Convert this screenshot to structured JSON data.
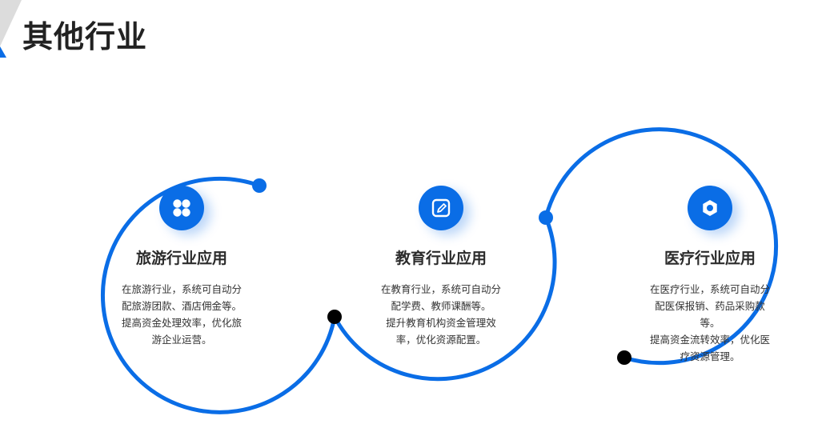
{
  "page": {
    "title": "其他行业"
  },
  "theme": {
    "accent": "#0a6de6",
    "dot_dark": "#000000",
    "title_color": "#222222",
    "text_color": "#333333"
  },
  "cards": [
    {
      "icon": "clover-icon",
      "title": "旅游行业应用",
      "desc_lines": [
        "在旅游行业，系统可自动分",
        "配旅游团款、酒店佣金等。",
        "提高资金处理效率，优化旅",
        "游企业运营。"
      ]
    },
    {
      "icon": "edit-icon",
      "title": "教育行业应用",
      "desc_lines": [
        "在教育行业，系统可自动分",
        "配学费、教师课酬等。",
        "提升教育机构资金管理效",
        "率，优化资源配置。"
      ]
    },
    {
      "icon": "hex-nut-icon",
      "title": "医疗行业应用",
      "desc_lines": [
        "在医疗行业，系统可自动分",
        "配医保报销、药品采购款",
        "等。",
        "提高资金流转效率，优化医",
        "疗资源管理。"
      ]
    }
  ]
}
